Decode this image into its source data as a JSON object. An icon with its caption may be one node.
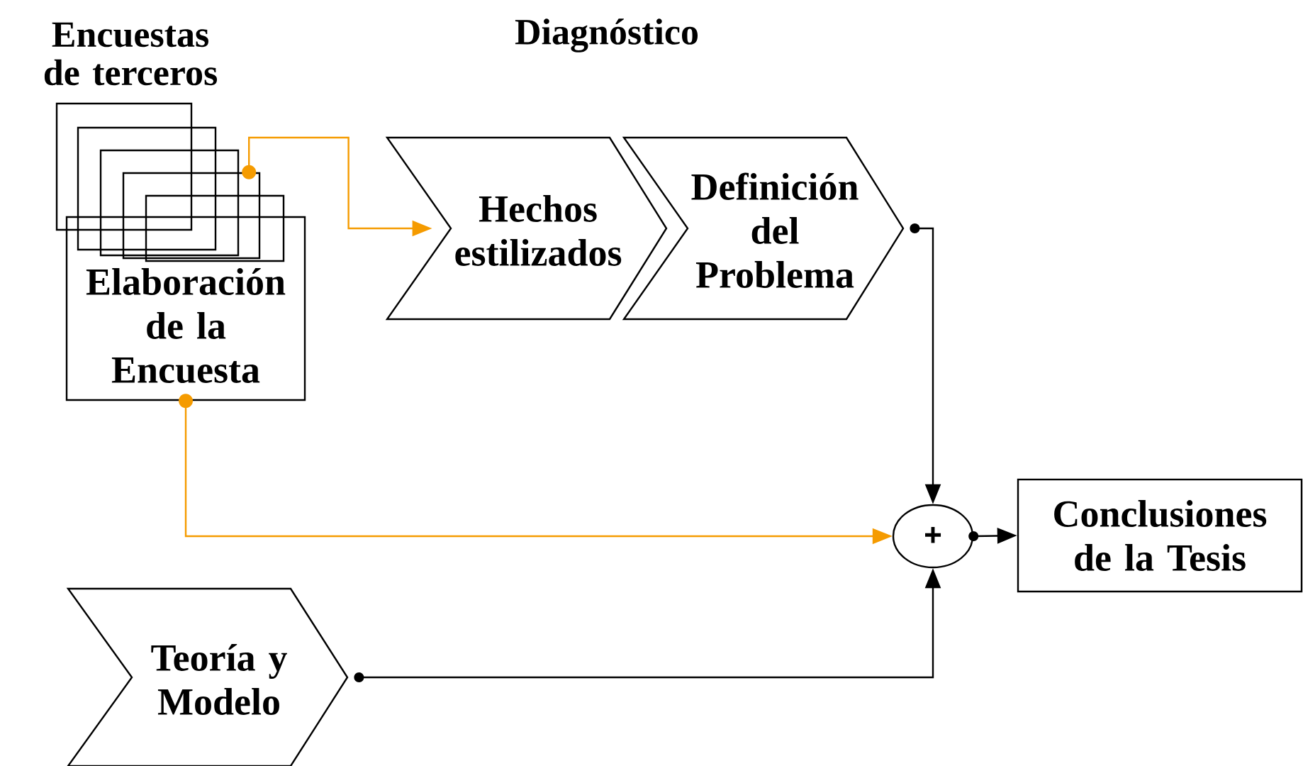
{
  "diagram": {
    "nodes": [
      {
        "text": [],
        "shape": "box"
      },
      {
        "text": [],
        "shape": "box"
      },
      {
        "text": [],
        "shape": "box"
      },
      {
        "text": [],
        "shape": "box"
      },
      {
        "text": [],
        "shape": "box"
      },
      {
        "text": [
          "Elaboración de la Encuesta"
        ]
      },
      {
        "text": [
          "Hechos estilizados"
        ]
      },
      {
        "text": [
          "Definición del Problema"
        ]
      },
      {
        "text": [
          "+"
        ]
      },
      {
        "text": [
          "Conclusiones de la Tesis"
        ]
      },
      {
        "text": [
          "Teoría y Modelo"
        ]
      }
    ],
    "edges": [
      {
        "from": 3,
        "to": 6,
        "arrow": "to",
        "color": "#f59b00"
      },
      {
        "from": 7,
        "to": 8,
        "arrow": "to"
      },
      {
        "from": 5,
        "to": 8,
        "arrow": "to",
        "color": "#f59b00"
      },
      {
        "from": 10,
        "to": 8,
        "arrow": "to"
      },
      {
        "from": 8,
        "to": 9,
        "arrow": "to"
      }
    ],
    "labels": [
      "Encuestas de terceros",
      "Diagnóstico"
    ]
  }
}
